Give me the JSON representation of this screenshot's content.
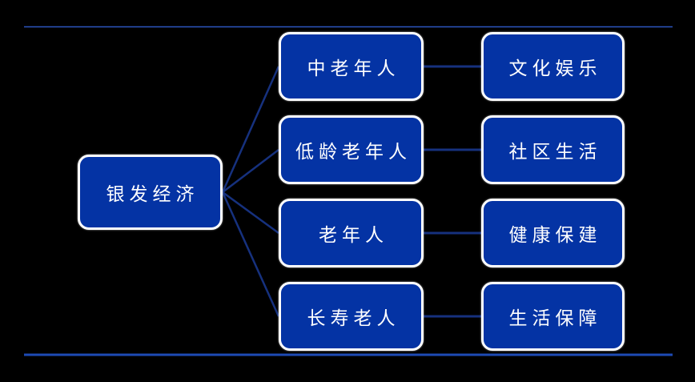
{
  "diagram": {
    "root": {
      "label": "银发经济"
    },
    "rows": [
      {
        "mid": {
          "label": "中老年人"
        },
        "right": {
          "label": "文化娱乐"
        }
      },
      {
        "mid": {
          "label": "低龄老年人"
        },
        "right": {
          "label": "社区生活"
        }
      },
      {
        "mid": {
          "label": "老年人"
        },
        "right": {
          "label": "健康保建"
        }
      },
      {
        "mid": {
          "label": "长寿老人"
        },
        "right": {
          "label": "生活保障"
        }
      }
    ],
    "colors": {
      "background": "#000000",
      "node_fill": "#0433a4",
      "node_border": "#ffffff",
      "node_text": "#ffffff",
      "connector": "#16317e",
      "top_rule": "#2c55be",
      "bottom_rule": "#1d4ab5"
    }
  }
}
